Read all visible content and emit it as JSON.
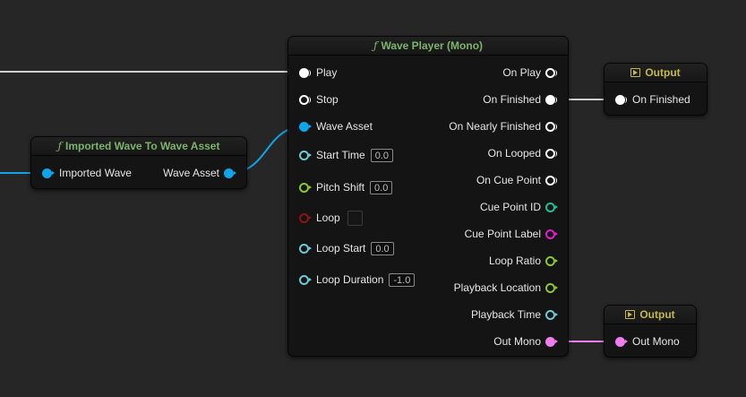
{
  "colors": {
    "background": "#262626",
    "exec": "#ffffff",
    "wave_asset": "#0ea5ea",
    "float": "#6fc9d6",
    "pitch": "#8bc733",
    "bool": "#8c1414",
    "int": "#1fbf9a",
    "string": "#e01ed0",
    "audio": "#f07df0",
    "function_title": "#7eb36b",
    "output_title": "#c5b848"
  },
  "nodes": {
    "wave_player": {
      "title": "Wave Player (Mono)",
      "inputs": [
        {
          "label": "Play",
          "type": "exec",
          "connected": true
        },
        {
          "label": "Stop",
          "type": "exec",
          "connected": false
        },
        {
          "label": "Wave Asset",
          "type": "wave_asset",
          "connected": true
        },
        {
          "label": "Start Time",
          "type": "float",
          "value": "0.0"
        },
        {
          "label": "Pitch Shift",
          "type": "pitch",
          "value": "0.0"
        },
        {
          "label": "Loop",
          "type": "bool",
          "checked": false
        },
        {
          "label": "Loop Start",
          "type": "float",
          "value": "0.0"
        },
        {
          "label": "Loop Duration",
          "type": "float",
          "value": "-1.0"
        }
      ],
      "outputs": [
        {
          "label": "On Play",
          "type": "exec"
        },
        {
          "label": "On Finished",
          "type": "exec",
          "connected": true
        },
        {
          "label": "On Nearly Finished",
          "type": "exec"
        },
        {
          "label": "On Looped",
          "type": "exec"
        },
        {
          "label": "On Cue Point",
          "type": "exec"
        },
        {
          "label": "Cue Point ID",
          "type": "int"
        },
        {
          "label": "Cue Point Label",
          "type": "string"
        },
        {
          "label": "Loop Ratio",
          "type": "pitch"
        },
        {
          "label": "Playback Location",
          "type": "pitch"
        },
        {
          "label": "Playback Time",
          "type": "float"
        },
        {
          "label": "Out Mono",
          "type": "audio",
          "connected": true
        }
      ]
    },
    "imported_wave": {
      "title": "Imported Wave To Wave Asset",
      "input": "Imported Wave",
      "output": "Wave Asset"
    },
    "output_finished": {
      "title": "Output",
      "input": "On Finished"
    },
    "output_mono": {
      "title": "Output",
      "input": "Out Mono"
    }
  }
}
